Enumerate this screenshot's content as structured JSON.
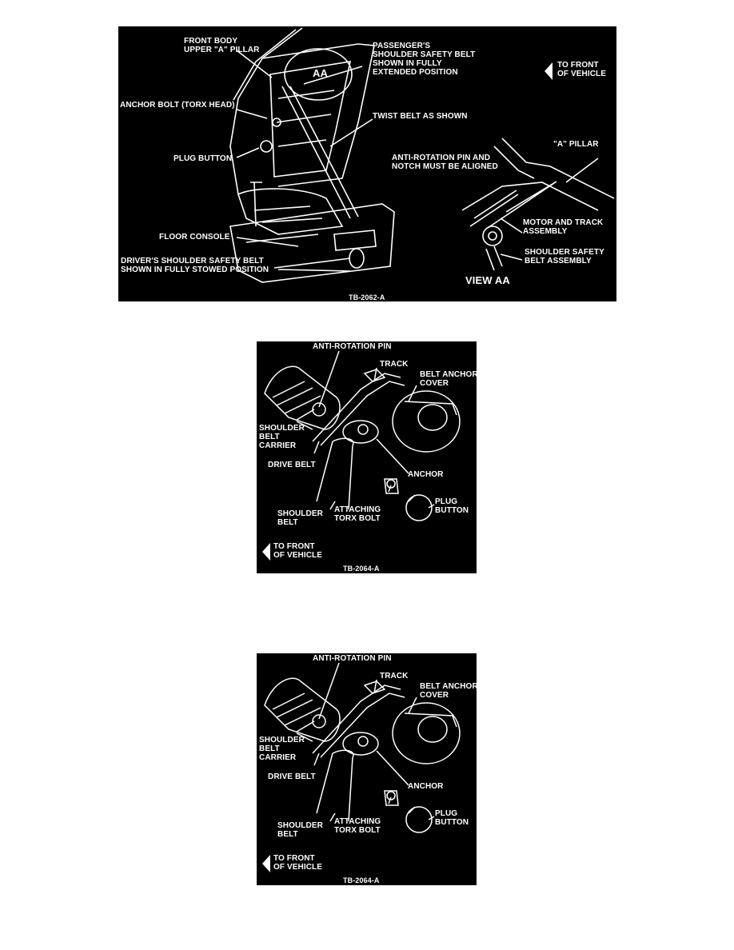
{
  "figure1": {
    "labels": {
      "front_body_pillar": "FRONT BODY\nUPPER \"A\" PILLAR",
      "passenger_belt": "PASSENGER'S\nSHOULDER SAFETY BELT\nSHOWN IN FULLY\nEXTENDED POSITION",
      "view_marker": "AA",
      "to_front": "TO FRONT\nOF VEHICLE",
      "anchor_bolt": "ANCHOR BOLT (TORX HEAD)",
      "twist_belt": "TWIST BELT AS SHOWN",
      "plug_button": "PLUG BUTTON",
      "anti_rotation": "ANTI-ROTATION PIN AND\nNOTCH MUST BE ALIGNED",
      "a_pillar": "\"A\" PILLAR",
      "motor_track": "MOTOR AND TRACK\nASSEMBLY",
      "floor_console": "FLOOR CONSOLE",
      "shoulder_safety_assembly": "SHOULDER SAFETY\nBELT ASSEMBLY",
      "driver_belt": "DRIVER'S SHOULDER SAFETY BELT\nSHOWN IN FULLY STOWED POSITION",
      "view_aa": "VIEW AA",
      "caption": "TB-2062-A"
    }
  },
  "figure2": {
    "labels": {
      "anti_rotation_pin": "ANTI-ROTATION PIN",
      "track": "TRACK",
      "belt_anchor_cover": "BELT ANCHOR\nCOVER",
      "shoulder_belt_carrier": "SHOULDER\nBELT\nCARRIER",
      "drive_belt": "DRIVE BELT",
      "anchor": "ANCHOR",
      "plug_button": "PLUG\nBUTTON",
      "shoulder_belt": "SHOULDER\nBELT",
      "attaching_torx_bolt": "ATTACHING\nTORX BOLT",
      "to_front": "TO FRONT\nOF VEHICLE",
      "caption": "TB-2064-A"
    }
  },
  "figure3": {
    "labels": {
      "anti_rotation_pin": "ANTI-ROTATION PIN",
      "track": "TRACK",
      "belt_anchor_cover": "BELT ANCHOR\nCOVER",
      "shoulder_belt_carrier": "SHOULDER\nBELT\nCARRIER",
      "drive_belt": "DRIVE BELT",
      "anchor": "ANCHOR",
      "plug_button": "PLUG\nBUTTON",
      "shoulder_belt": "SHOULDER\nBELT",
      "attaching_torx_bolt": "ATTACHING\nTORX BOLT",
      "to_front": "TO FRONT\nOF VEHICLE",
      "caption": "TB-2064-A"
    }
  }
}
